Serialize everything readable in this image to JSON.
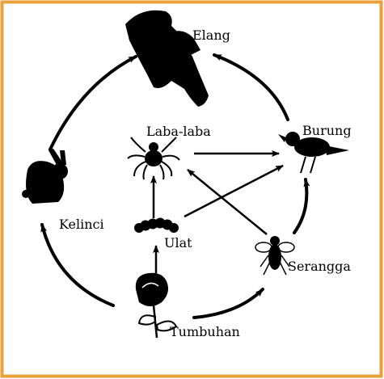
{
  "diagram": {
    "title": "",
    "frame_color": "#e8a13a",
    "ink_color": "#000000",
    "nodes": [
      {
        "id": "elang",
        "label": "Elang",
        "icon": "eagle-icon"
      },
      {
        "id": "burung",
        "label": "Burung",
        "icon": "bird-icon"
      },
      {
        "id": "laba_laba",
        "label": "Laba-laba",
        "icon": "spider-icon"
      },
      {
        "id": "kelinci",
        "label": "Kelinci",
        "icon": "rabbit-icon"
      },
      {
        "id": "ulat",
        "label": "Ulat",
        "icon": "caterpillar-icon"
      },
      {
        "id": "serangga",
        "label": "Serangga",
        "icon": "insect-icon"
      },
      {
        "id": "tumbuhan",
        "label": "Tumbuhan",
        "icon": "plant-icon"
      }
    ],
    "edges": [
      {
        "from": "tumbuhan",
        "to": "kelinci"
      },
      {
        "from": "kelinci",
        "to": "elang"
      },
      {
        "from": "burung",
        "to": "elang"
      },
      {
        "from": "tumbuhan",
        "to": "serangga"
      },
      {
        "from": "serangga",
        "to": "burung"
      },
      {
        "from": "tumbuhan",
        "to": "ulat"
      },
      {
        "from": "ulat",
        "to": "laba_laba"
      },
      {
        "from": "laba_laba",
        "to": "burung"
      },
      {
        "from": "ulat",
        "to": "burung"
      },
      {
        "from": "serangga",
        "to": "laba_laba"
      }
    ]
  }
}
